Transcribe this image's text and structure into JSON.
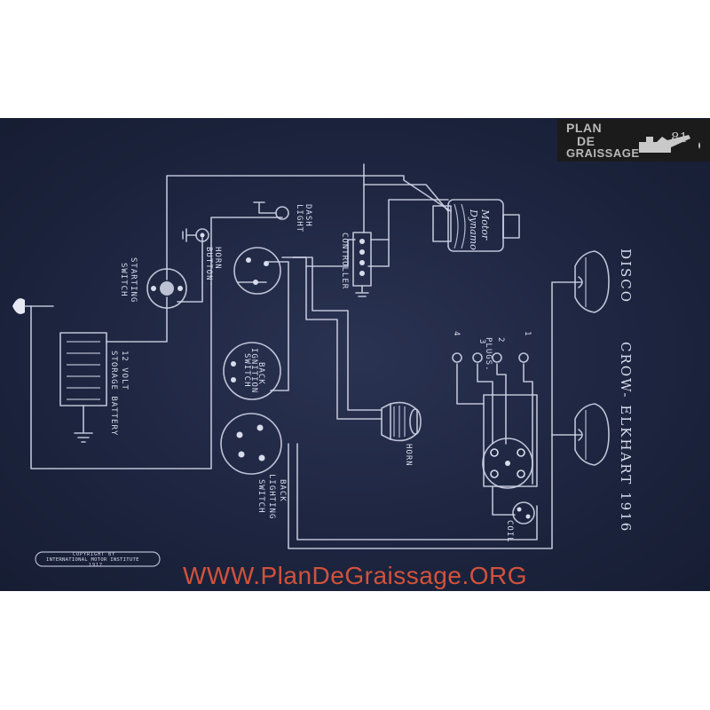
{
  "logo": {
    "line1": "PLAN",
    "line2": "DE",
    "line3": "GRAISSAGE",
    "page_number": "81",
    "icon": "oil-can-icon"
  },
  "title": {
    "make": "DISCO",
    "model": "CROW- ELKHART 1916"
  },
  "labels": {
    "starting_switch_1": "STARTING",
    "starting_switch_2": "SWITCH",
    "battery_1": "12 VOLT",
    "battery_2": "STORAGE BATTERY",
    "horn_button_1": "HORN",
    "horn_button_2": "BUTTON",
    "dash_light_1": "DASH",
    "dash_light_2": "LIGHT",
    "controller": "CONTROLLER",
    "motor_dynamo_1": "Motor",
    "motor_dynamo_2": "Dynamo",
    "ignition_switch_1": "BACK",
    "ignition_switch_2": "IGNITION",
    "ignition_switch_3": "SWITCH",
    "lighting_switch_1": "BACK",
    "lighting_switch_2": "LIGHTING",
    "lighting_switch_3": "SWITCH",
    "horn": "HORN",
    "plugs": "PLUGS.",
    "plug_1": "1",
    "plug_2": "2",
    "plug_3": "3",
    "plug_4": "4",
    "coil": "COIL",
    "copyright_1": "COPYRIGHT BY",
    "copyright_2": "INTERNATIONAL MOTOR INSTITUTE",
    "copyright_3": "1917"
  },
  "watermark": "WWW.PlanDeGraissage.ORG",
  "colors": {
    "blueprint": "#1d2540",
    "line": "#cfd4e6",
    "watermark": "#e2573b",
    "logo_bg": "#1b1b1b"
  }
}
